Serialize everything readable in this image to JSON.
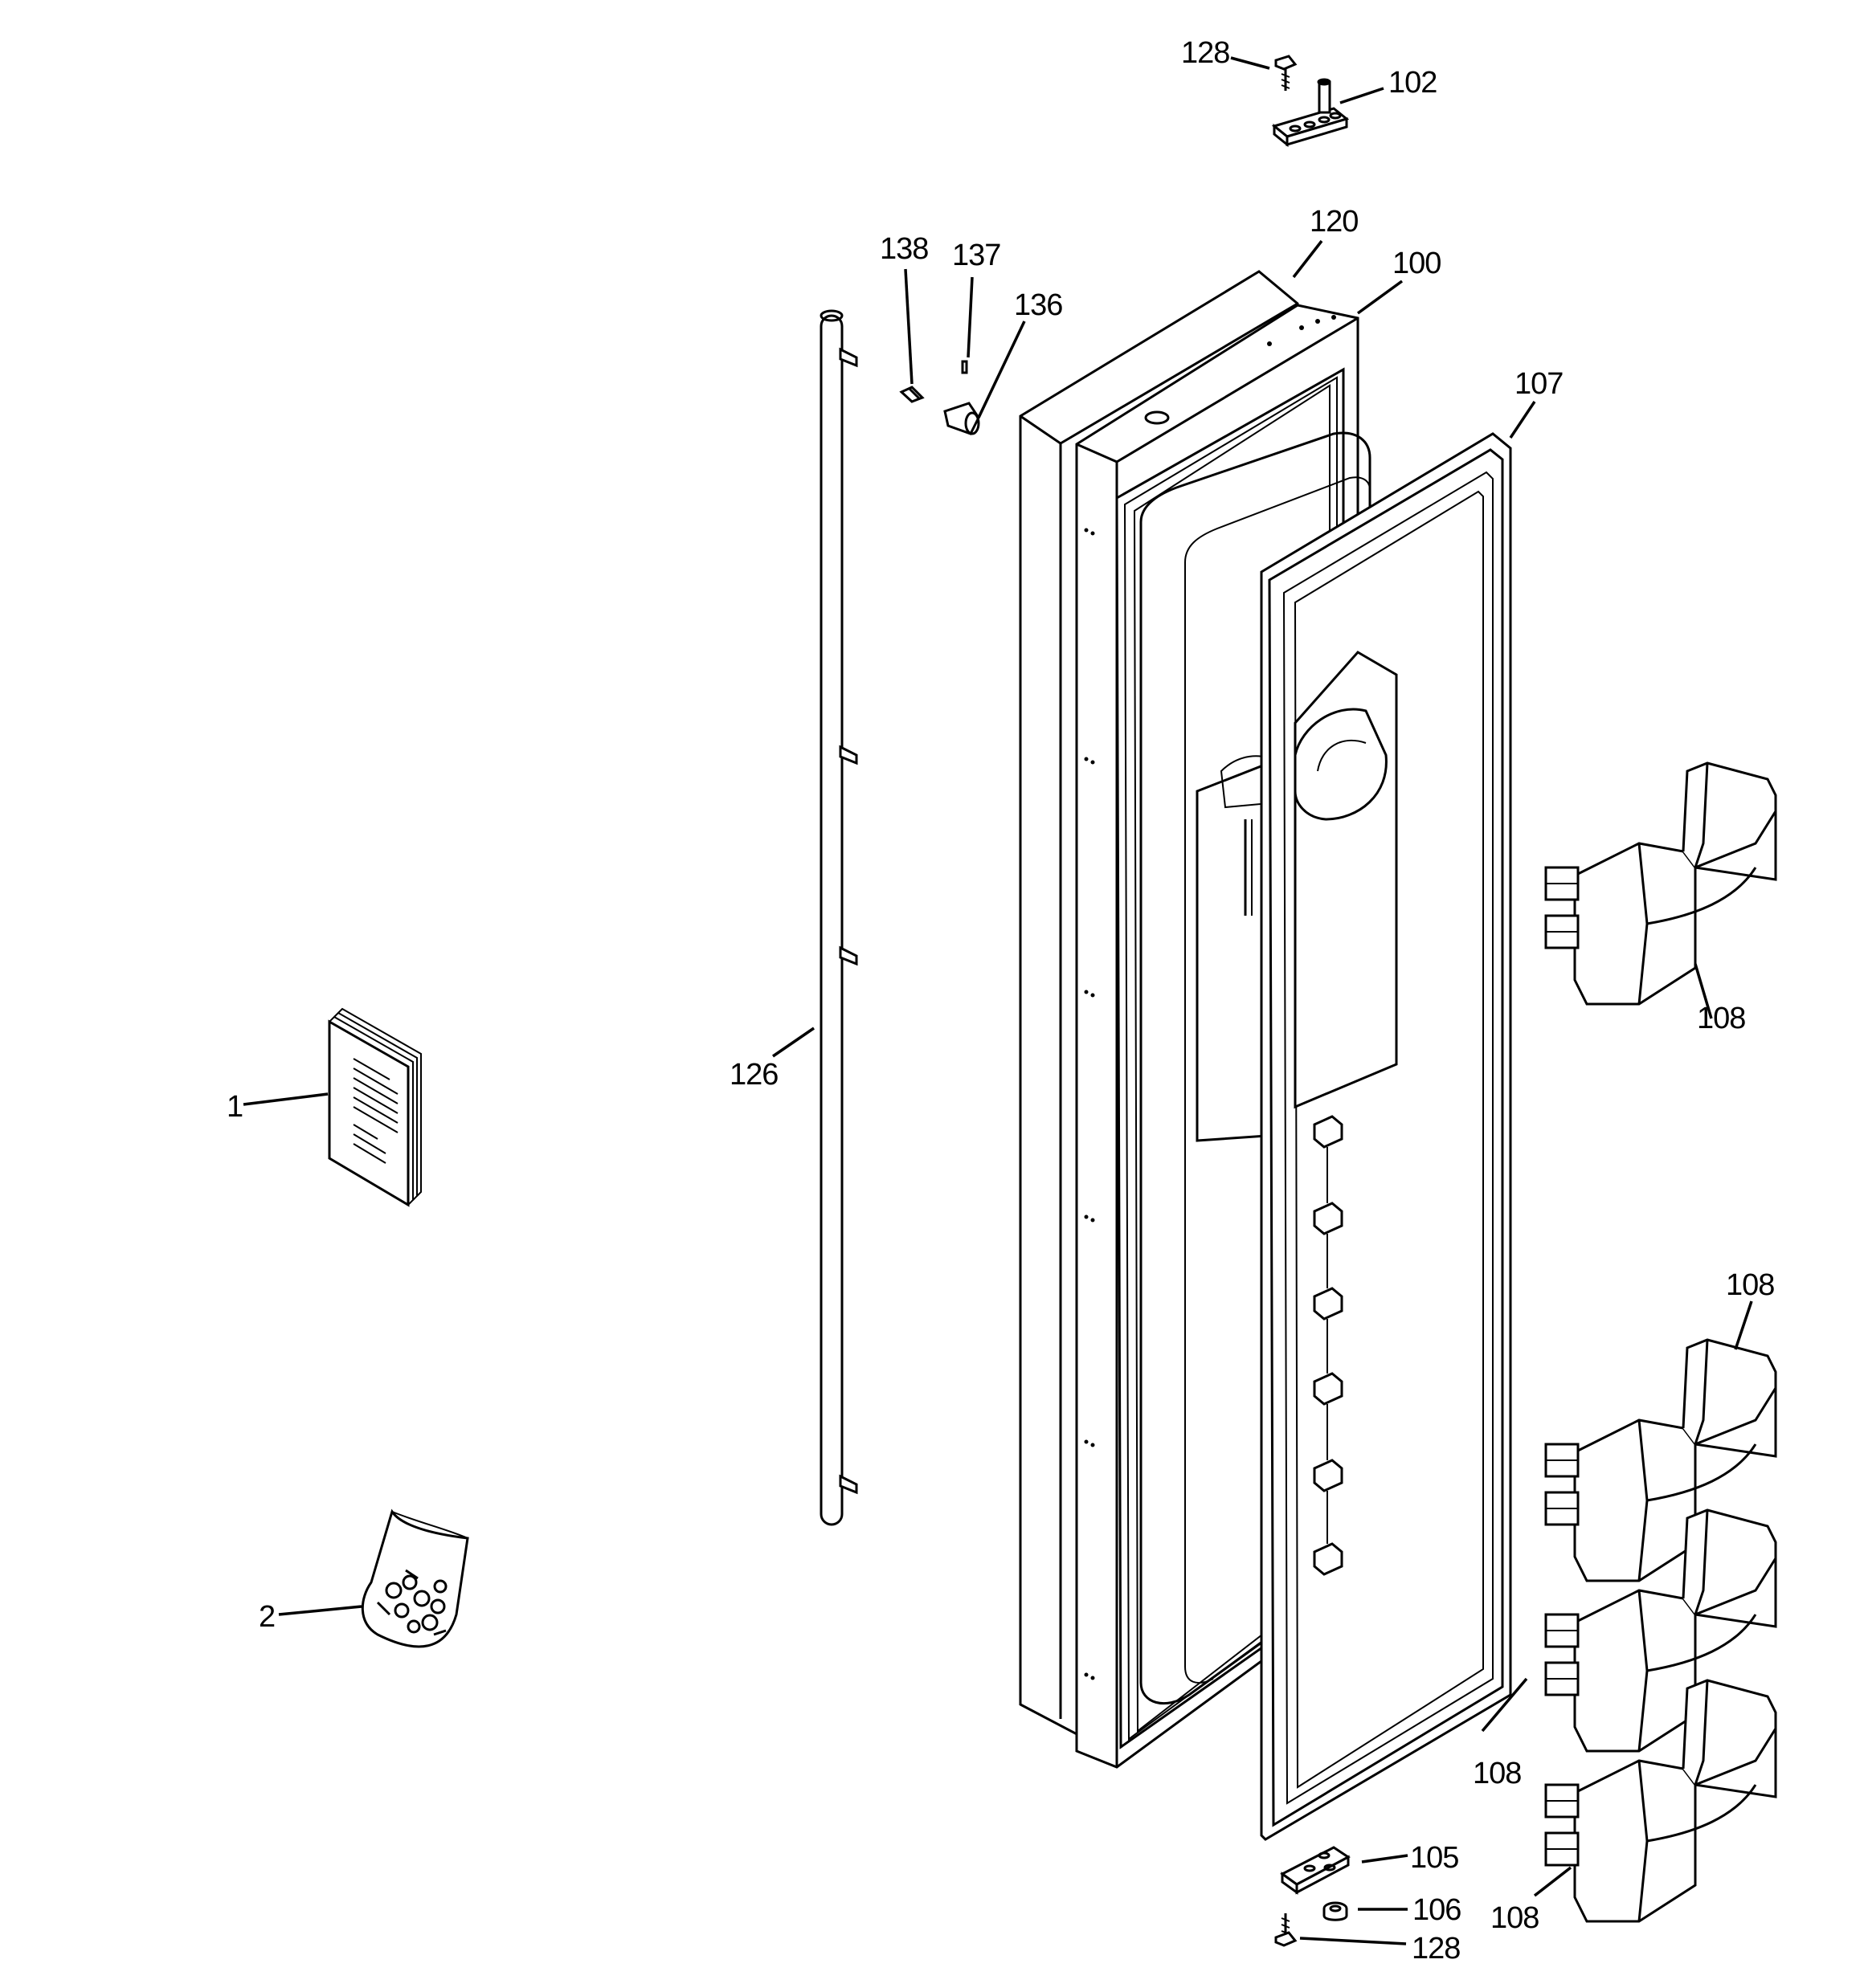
{
  "callouts": {
    "c128_top": "128",
    "c102": "102",
    "c120": "120",
    "c100": "100",
    "c138": "138",
    "c137": "137",
    "c136": "136",
    "c107": "107",
    "c108_a": "108",
    "c108_b": "108",
    "c108_c": "108",
    "c108_d": "108",
    "c126": "126",
    "c1": "1",
    "c2": "2",
    "c105": "105",
    "c106": "106",
    "c128_bottom": "128"
  },
  "colors": {
    "line": "#000000",
    "background": "#ffffff"
  }
}
